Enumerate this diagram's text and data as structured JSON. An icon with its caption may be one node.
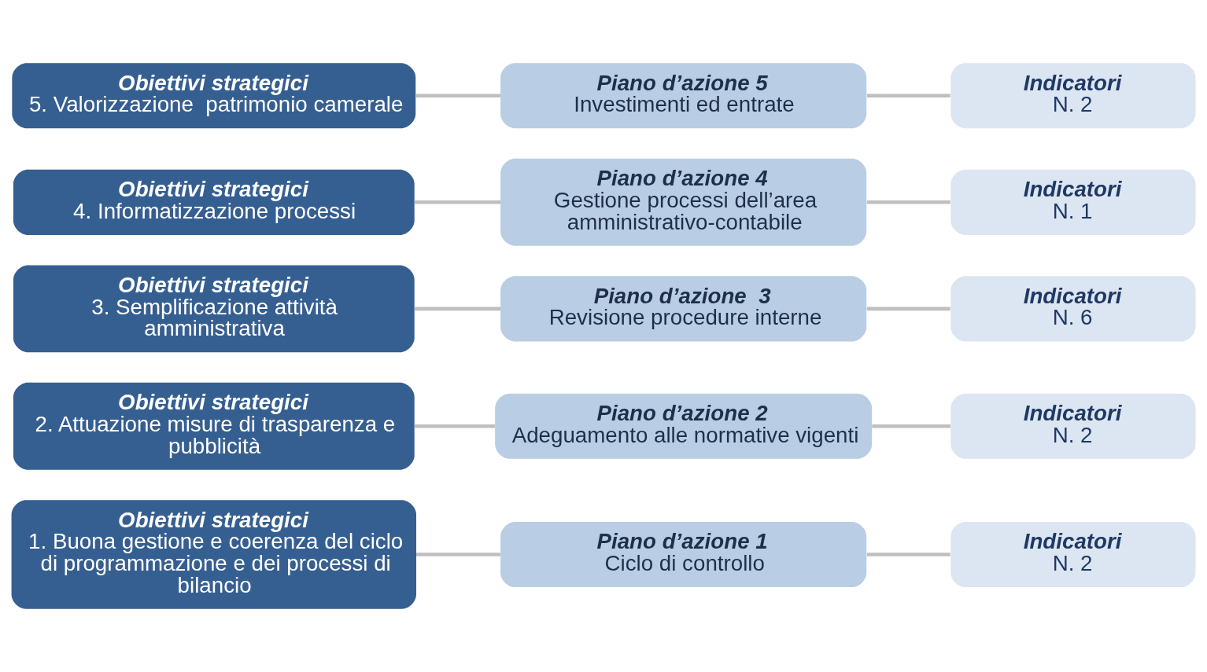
{
  "diagram": {
    "nodes": [
      {
        "text": [
          "Obiettivi strategici",
          "1. Buona gestione e coerenza del ciclo di programmazione e dei processi di bilancio"
        ]
      },
      {
        "text": [
          "Piano d’azione 1",
          "Ciclo di controllo"
        ]
      },
      {
        "text": [
          "Indicatori",
          "N. 2"
        ]
      },
      {
        "text": [
          "Obiettivi strategici",
          "2. Attuazione misure di trasparenza e pubblicità"
        ]
      },
      {
        "text": [
          "Piano d’azione 2",
          "Adeguamento alle normative vigenti"
        ]
      },
      {
        "text": [
          "Indicatori",
          "N. 2"
        ]
      },
      {
        "text": [
          "Obiettivi strategici",
          "3. Semplificazione attività amministrativa"
        ]
      },
      {
        "text": [
          "Piano d’azione  3",
          "Revisione procedure interne"
        ]
      },
      {
        "text": [
          "Indicatori",
          "N. 6"
        ]
      },
      {
        "text": [
          "Obiettivi strategici",
          "4. Informatizzazione processi"
        ]
      },
      {
        "text": [
          "Piano d’azione 4",
          "Gestione processi dell’area amministrativo-contabile"
        ]
      },
      {
        "text": [
          "Indicatori",
          "N. 1"
        ]
      },
      {
        "text": [
          "Obiettivi strategici",
          "5. Valorizzazione  patrimonio camerale"
        ]
      },
      {
        "text": [
          "Piano d’azione 5",
          "Investimenti ed entrate"
        ]
      },
      {
        "text": [
          "Indicatori",
          "N. 2"
        ]
      }
    ],
    "edges": [
      {
        "from": 0,
        "to": 1,
        "arrow": "none"
      },
      {
        "from": 1,
        "to": 2,
        "arrow": "none"
      },
      {
        "from": 3,
        "to": 4,
        "arrow": "none"
      },
      {
        "from": 4,
        "to": 5,
        "arrow": "none"
      },
      {
        "from": 6,
        "to": 7,
        "arrow": "none"
      },
      {
        "from": 7,
        "to": 8,
        "arrow": "none"
      },
      {
        "from": 9,
        "to": 10,
        "arrow": "none"
      },
      {
        "from": 10,
        "to": 11,
        "arrow": "none"
      },
      {
        "from": 12,
        "to": 13,
        "arrow": "none"
      },
      {
        "from": 13,
        "to": 14,
        "arrow": "none"
      }
    ]
  }
}
